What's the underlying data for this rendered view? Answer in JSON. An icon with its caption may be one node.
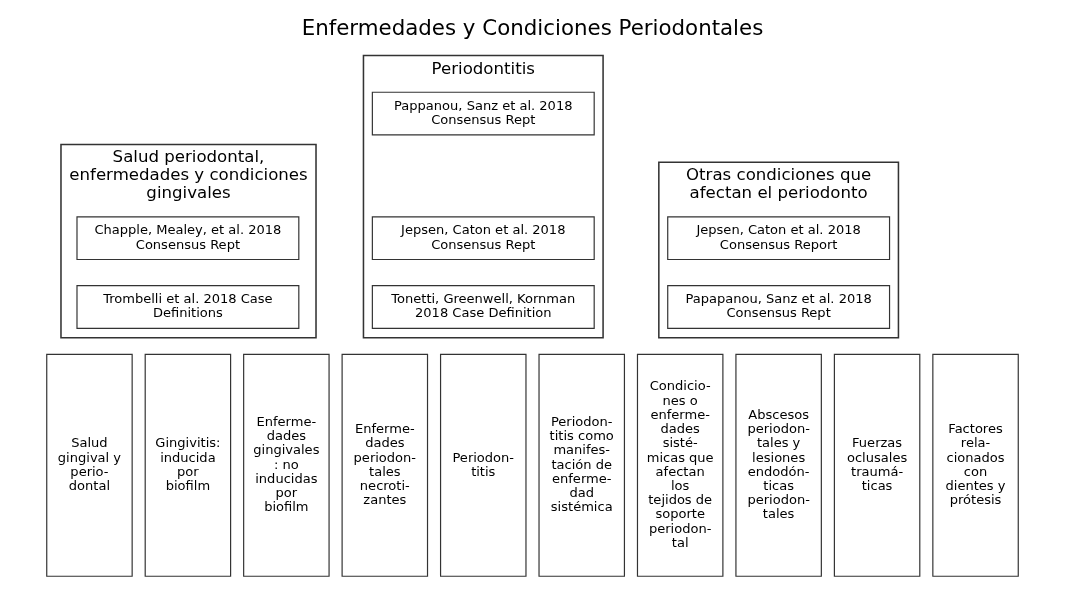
{
  "diagram": {
    "title": "Enfermedades y Condiciones Periodontales",
    "nodes": [
      {
        "text": [
          "Salud periodontal, enfermedades y condiciones gingivales"
        ]
      },
      {
        "text": [
          "Chapple, Mealey, et al. 2018 Consensus Rept"
        ],
        "in": 0
      },
      {
        "text": [
          "Trombelli et al. 2018 Case Definitions"
        ],
        "in": 0
      },
      {
        "text": [
          "Periodontitis"
        ]
      },
      {
        "text": [
          "Pappanou, Sanz et al. 2018 Consensus Rept"
        ],
        "in": 3
      },
      {
        "text": [
          "Jepsen, Caton et al. 2018 Consensus Rept"
        ],
        "in": 3
      },
      {
        "text": [
          "Tonetti, Greenwell, Kornman 2018 Case Definition"
        ],
        "in": 3
      },
      {
        "text": [
          "Otras condiciones que afectan el periodonto"
        ]
      },
      {
        "text": [
          "Jepsen, Caton et al. 2018 Consensus Report"
        ],
        "in": 7
      },
      {
        "text": [
          "Papapanou, Sanz et al. 2018 Consensus Rept"
        ],
        "in": 7
      },
      {
        "text": [
          "Salud gingival y perio- dontal"
        ]
      },
      {
        "text": [
          "Gingivitis: inducida por biofilm"
        ]
      },
      {
        "text": [
          "Enferme- dades gingivales : no inducidas por biofilm"
        ]
      },
      {
        "text": [
          "Enferme- dades periodon- tales necroti- zantes"
        ]
      },
      {
        "text": [
          "Periodon- titis"
        ]
      },
      {
        "text": [
          "Periodon- titis como manifes- tación de enferme- dad sistémica"
        ]
      },
      {
        "text": [
          "Condicio- nes o enferme- dades sisté- micas que afectan los tejidos de soporte periodon- tal"
        ]
      },
      {
        "text": [
          "Abscesos periodon- tales y lesiones endodón- ticas periodon- tales"
        ]
      },
      {
        "text": [
          "Fuerzas oclusales traumá- ticas"
        ]
      },
      {
        "text": [
          "Factores rela- cionados con dientes y prótesis"
        ]
      }
    ],
    "edges": []
  }
}
